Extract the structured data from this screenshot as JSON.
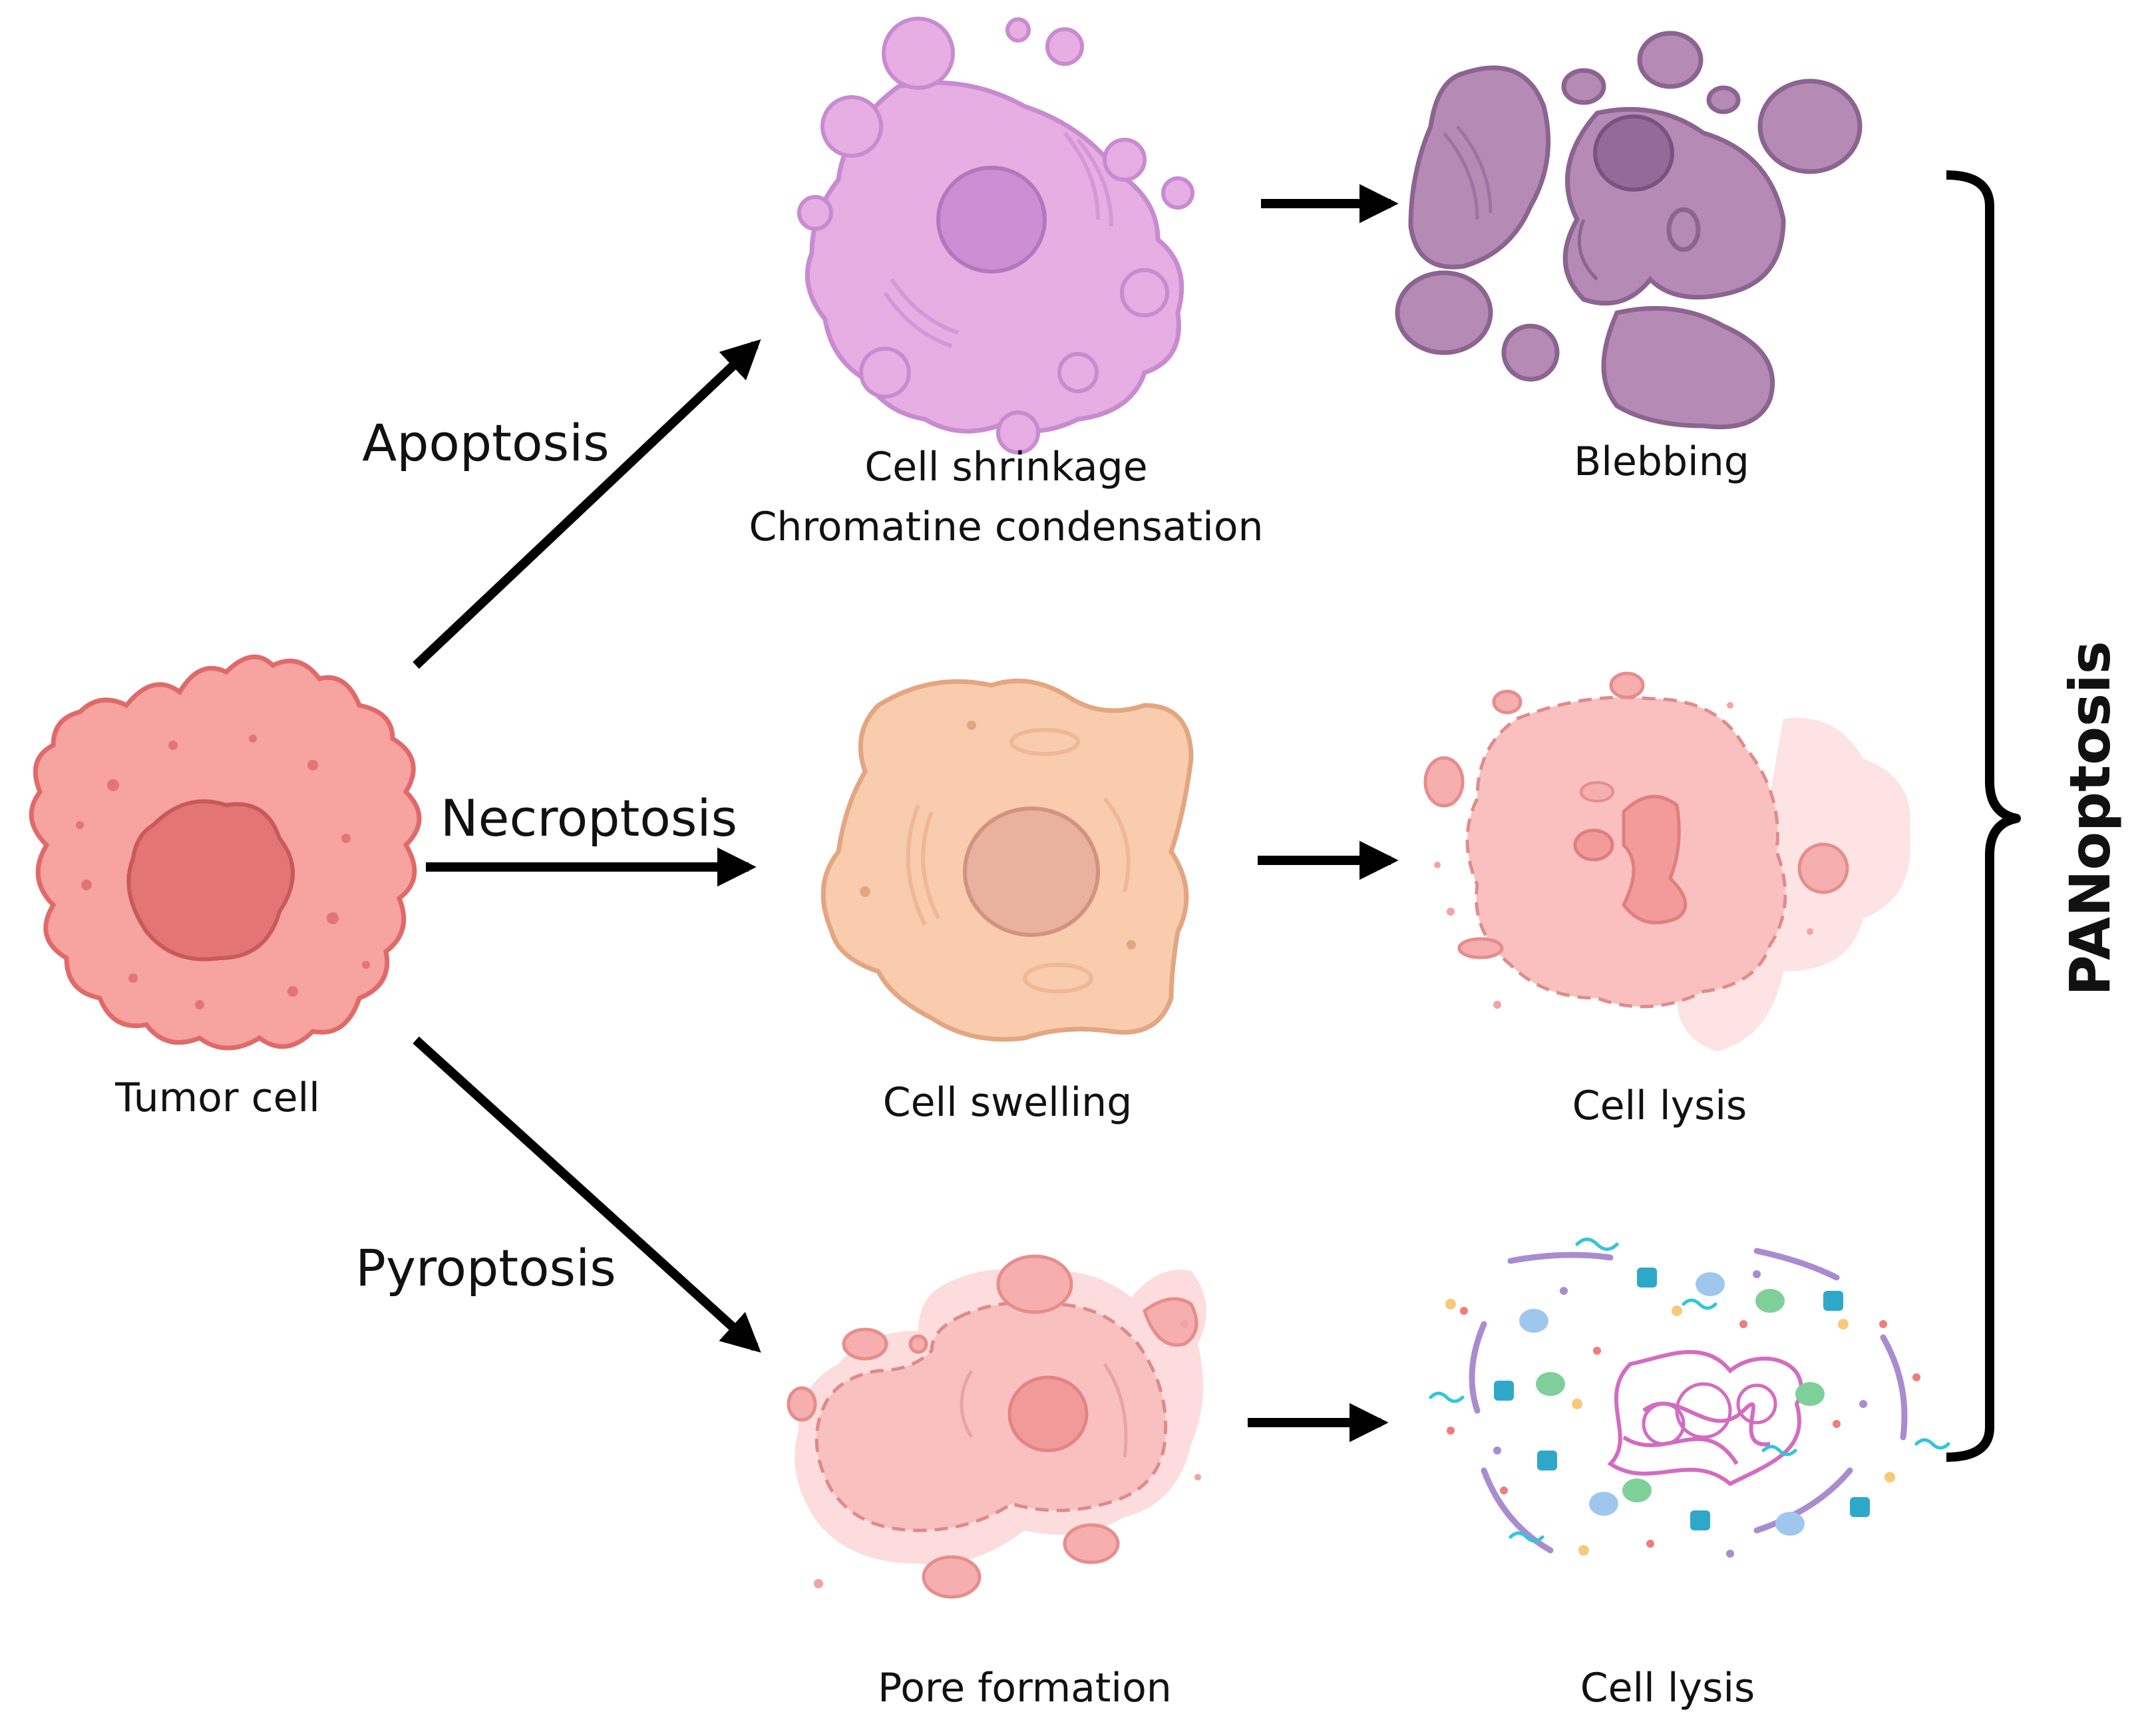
{
  "title": "",
  "source": {
    "label": "Tumor cell"
  },
  "pathways": [
    {
      "name": "Apoptosis",
      "stage1": [
        "Cell shrinkage",
        "Chromatine condensation"
      ],
      "stage2": "Blebbing"
    },
    {
      "name": "Necroptosis",
      "stage1": [
        "Cell swelling"
      ],
      "stage2": "Cell lysis"
    },
    {
      "name": "Pyroptosis",
      "stage1": [
        "Pore formation"
      ],
      "stage2": "Cell lysis"
    }
  ],
  "group_label": "PANoptosis",
  "colors": {
    "tumor_fill": "#f7a3a0",
    "tumor_stroke": "#e06a6a",
    "tumor_nucleus": "#e37575",
    "apoptosis_fill": "#e6aee3",
    "apoptosis_stroke": "#c88bd0",
    "apoptosis_nucleus": "#cc8fd4",
    "bleb_fill": "#b58bb6",
    "bleb_stroke": "#8c6490",
    "bleb_nucleus": "#946b98",
    "necro_fill": "#f9ccae",
    "necro_stroke": "#e3a682",
    "necro_nucleus": "#e9b29e",
    "lysis_fill": "#f9c0bf",
    "lysis_stroke": "#df8c8c",
    "pyro_fill": "#f9c0c0",
    "pyro_stroke": "#de8a8a",
    "pyro_nucleus": "#f29a9a",
    "arrow": "#000000"
  },
  "icons": [
    "tumor-cell-icon",
    "shrunken-cell-icon",
    "blebbing-cell-icon",
    "swollen-cell-icon",
    "lysed-cell-icon",
    "pore-cell-icon",
    "pyroptotic-lysis-icon",
    "curly-brace-icon"
  ]
}
